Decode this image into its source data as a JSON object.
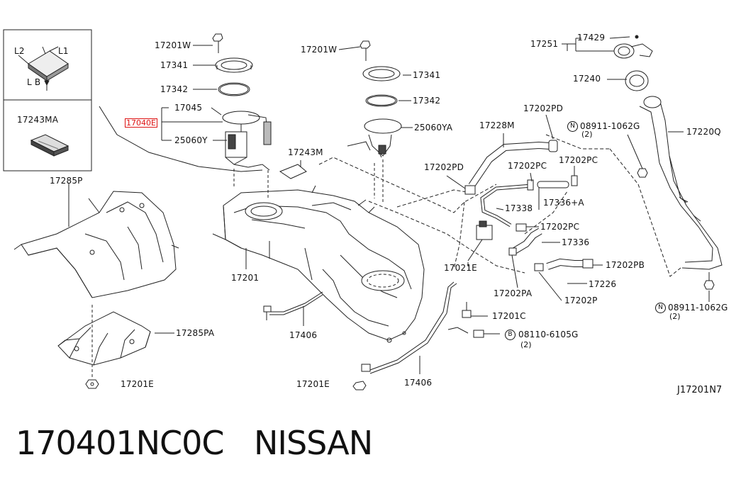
{
  "diagram": {
    "code": "J17201N7",
    "highlighted_part": "17040E",
    "labels": {
      "l2": "L2",
      "l1": "L1",
      "lb": "L B",
      "p17243MA": "17243MA",
      "p17285P": "17285P",
      "p17201W_a": "17201W",
      "p17341_a": "17341",
      "p17342_a": "17342",
      "p17045": "17045",
      "p25060Y": "25060Y",
      "p17201W_b": "17201W",
      "p17341_b": "17341",
      "p17342_b": "17342",
      "p25060YA": "25060YA",
      "p17243M": "17243M",
      "p17201": "17201",
      "p17406_a": "17406",
      "p17406_b": "17406",
      "p17285PA": "17285PA",
      "p17201E_a": "17201E",
      "p17201E_b": "17201E",
      "p17228M": "17228M",
      "p17202PD_a": "17202PD",
      "p17202PD_b": "17202PD",
      "p17202PC_a": "17202PC",
      "p17202PC_b": "17202PC",
      "p17202PC_c": "17202PC",
      "p17338": "17338",
      "p17336A": "17336+A",
      "p17336": "17336",
      "p17021E": "17021E",
      "p17202PA": "17202PA",
      "p17202PB": "17202PB",
      "p17226": "17226",
      "p17202P": "17202P",
      "p17201C": "17201C",
      "p08110": "08110-6105G",
      "p08110_qty": "(2)",
      "p17251": "17251",
      "p17429": "17429",
      "p17240": "17240",
      "p08911_a": "08911-1062G",
      "p08911_a_qty": "(2)",
      "p17220Q": "17220Q",
      "p08911_b": "08911-1062G",
      "p08911_b_qty": "(2)",
      "n_a": "N",
      "n_b": "N",
      "b_a": "B"
    }
  },
  "footer": {
    "part_number": "170401NC0C",
    "brand": "NISSAN"
  }
}
